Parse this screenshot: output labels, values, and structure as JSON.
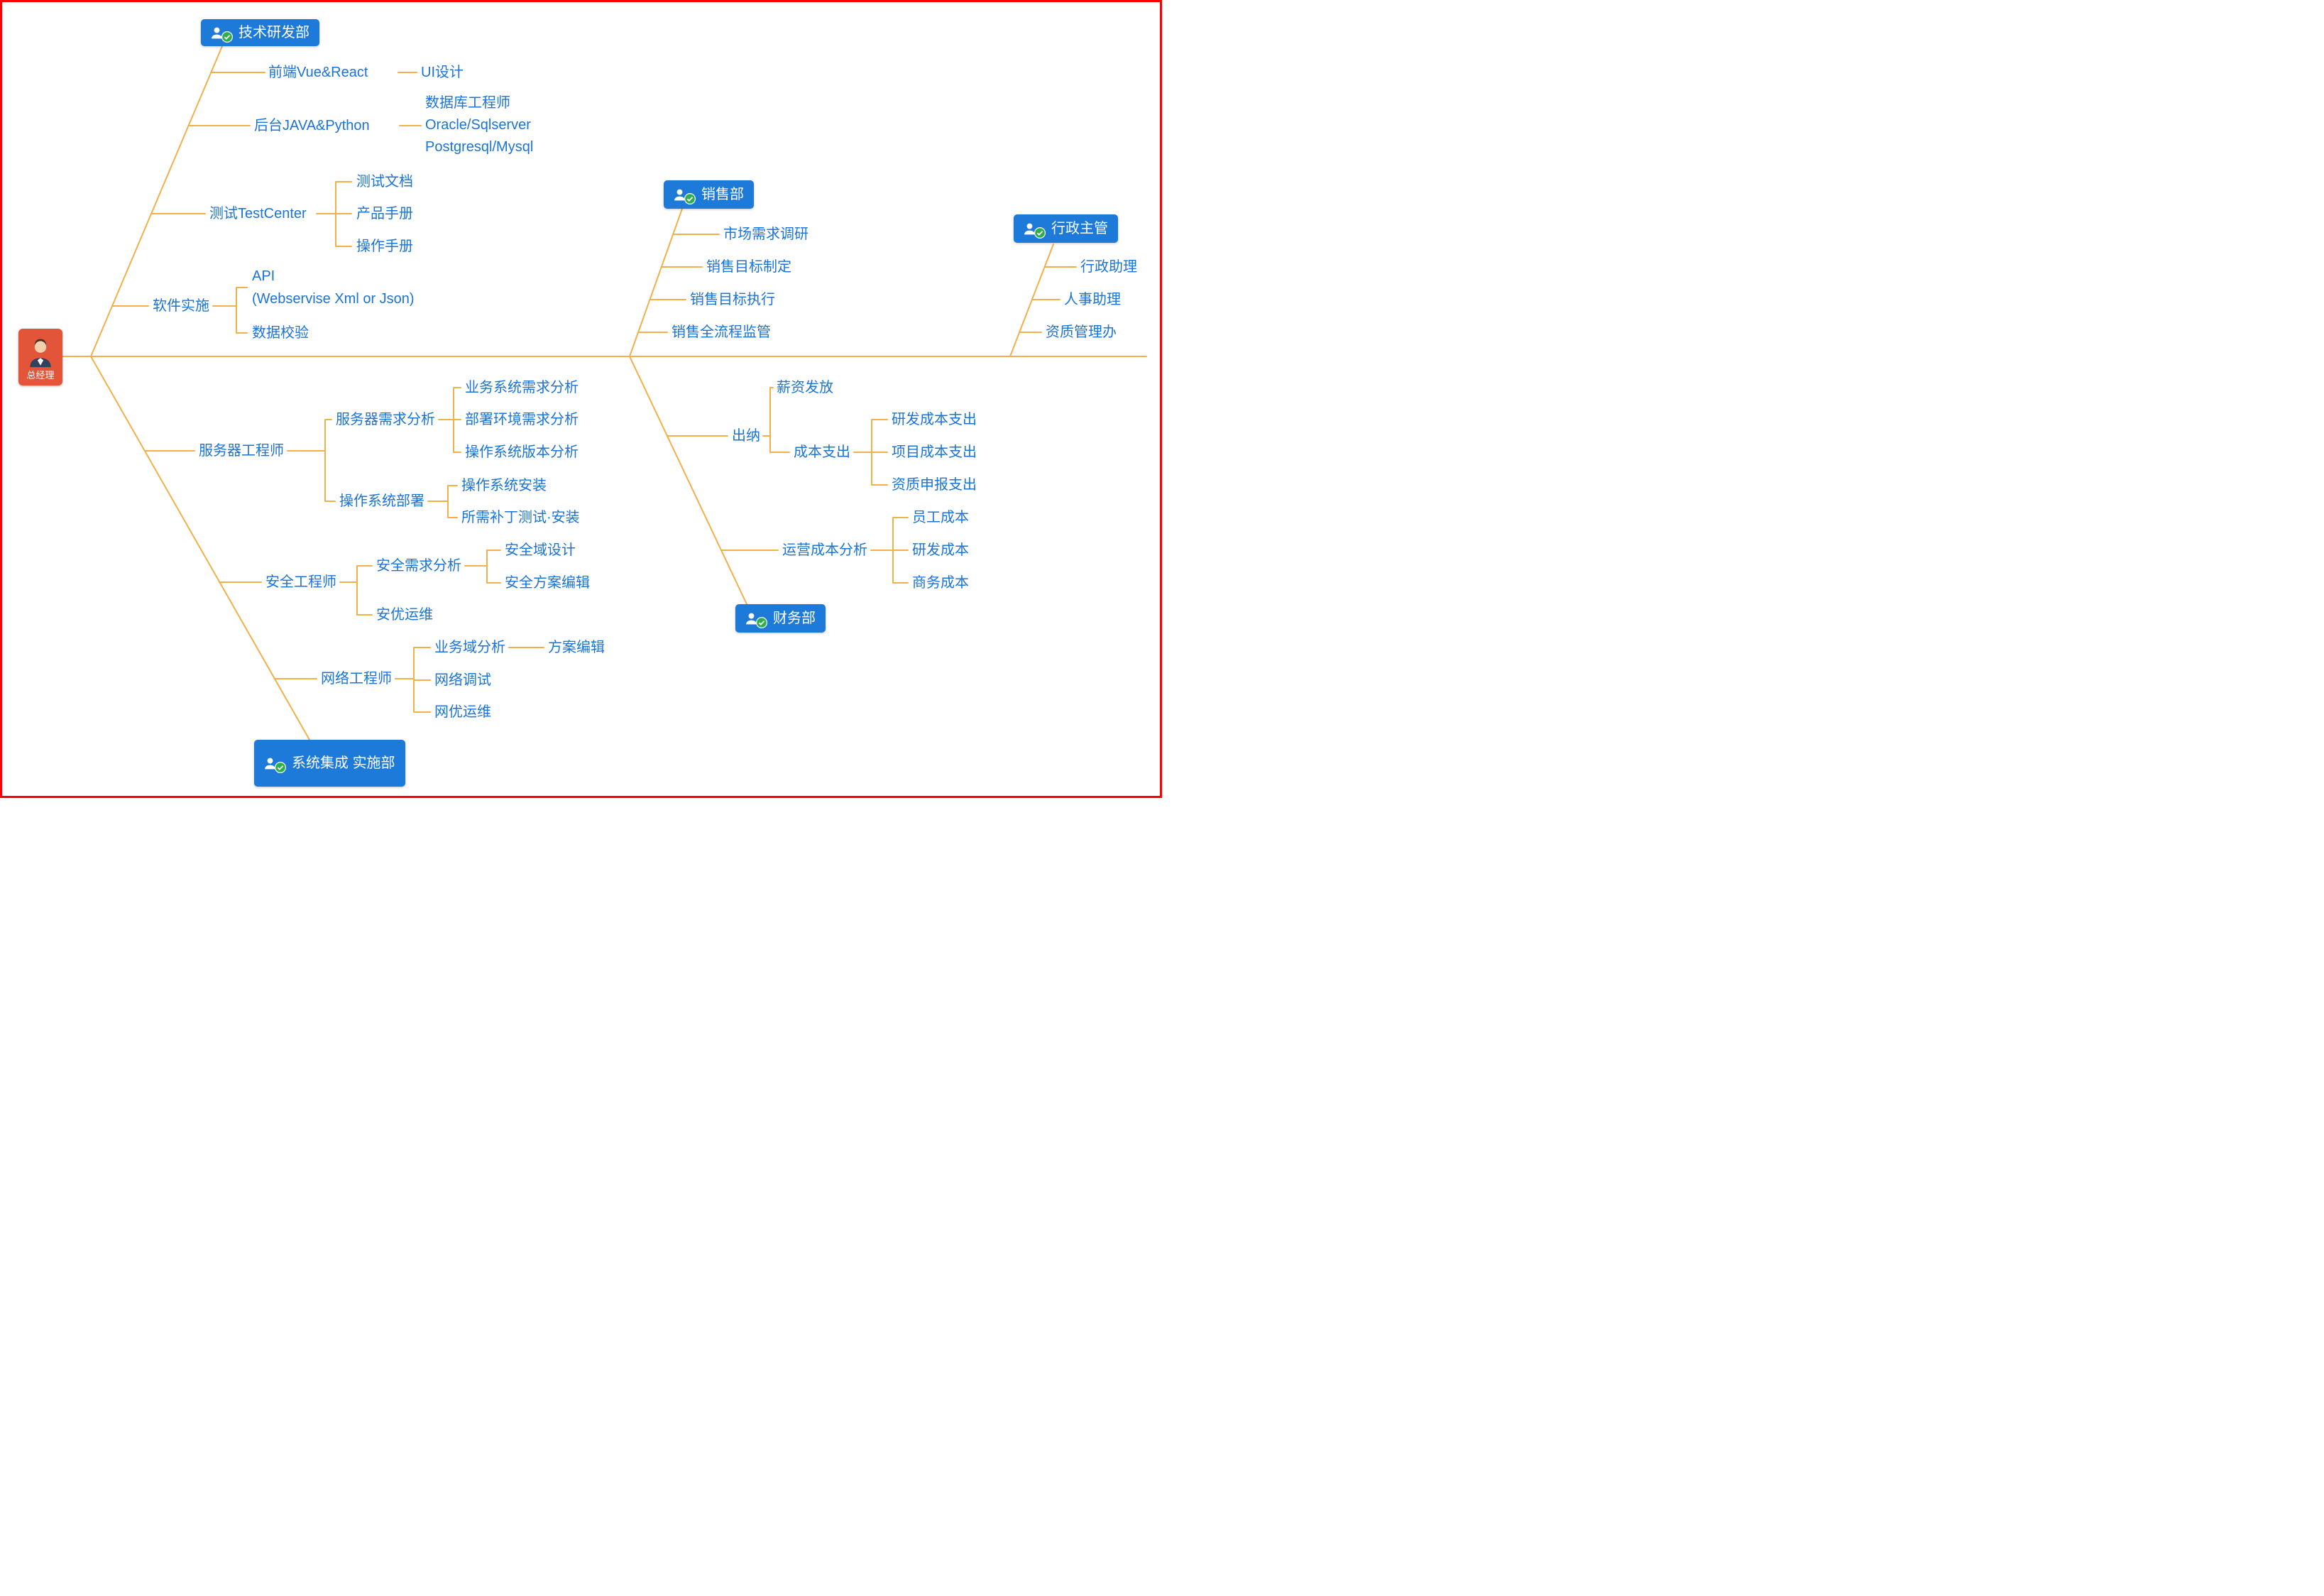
{
  "colors": {
    "node_text": "#1a73d8",
    "badge_bg": "#1e7ad8",
    "line": "#f2b04a",
    "root_bg": "#e25539",
    "check_green": "#2fae4d",
    "border": "#ff0000"
  },
  "root": {
    "label": "总经理"
  },
  "tech": {
    "label": "技术研发部",
    "frontend": {
      "label": "前端Vue&React"
    },
    "ui_design": {
      "label": "UI设计"
    },
    "backend": {
      "label": "后台JAVA&Python"
    },
    "database": {
      "line1": "数据库工程师",
      "line2": "Oracle/Sqlserver",
      "line3": "Postgresql/Mysql"
    },
    "testing": {
      "label": "测试TestCenter"
    },
    "test_doc": {
      "label": "测试文档"
    },
    "product_manual": {
      "label": "产品手册"
    },
    "ops_manual": {
      "label": "操作手册"
    },
    "software_impl": {
      "label": "软件实施"
    },
    "api": {
      "line1": "API",
      "line2": "(Webservise Xml or Json)"
    },
    "data_verify": {
      "label": "数据校验"
    }
  },
  "sales": {
    "label": "销售部",
    "market_research": "市场需求调研",
    "target_set": "销售目标制定",
    "target_exec": "销售目标执行",
    "process_monitor": "销售全流程监管"
  },
  "admin": {
    "label": "行政主管",
    "admin_assistant": "行政助理",
    "hr_assistant": "人事助理",
    "qualification_office": "资质管理办"
  },
  "sysint": {
    "line1": "系统集成",
    "line2": "实施部",
    "server_engineer": "服务器工程师",
    "server_req": "服务器需求分析",
    "biz_req": "业务系统需求分析",
    "deploy_env_req": "部署环境需求分析",
    "os_version": "操作系统版本分析",
    "os_deploy": "操作系统部署",
    "os_install": "操作系统安装",
    "patch_test": "所需补丁测试·安装",
    "security_engineer": "安全工程师",
    "security_req": "安全需求分析",
    "security_domain": "安全域设计",
    "security_plan": "安全方案编辑",
    "security_ops": "安优运维",
    "network_engineer": "网络工程师",
    "biz_domain": "业务域分析",
    "plan_edit": "方案编辑",
    "network_debug": "网络调试",
    "network_ops": "网优运维"
  },
  "finance": {
    "label": "财务部",
    "cashier": "出纳",
    "salary": "薪资发放",
    "cost": "成本支出",
    "rd_cost": "研发成本支出",
    "project_cost": "项目成本支出",
    "qualification_cost": "资质申报支出",
    "op_cost": "运营成本分析",
    "staff_cost": "员工成本",
    "rd_cost2": "研发成本",
    "business_cost": "商务成本"
  }
}
